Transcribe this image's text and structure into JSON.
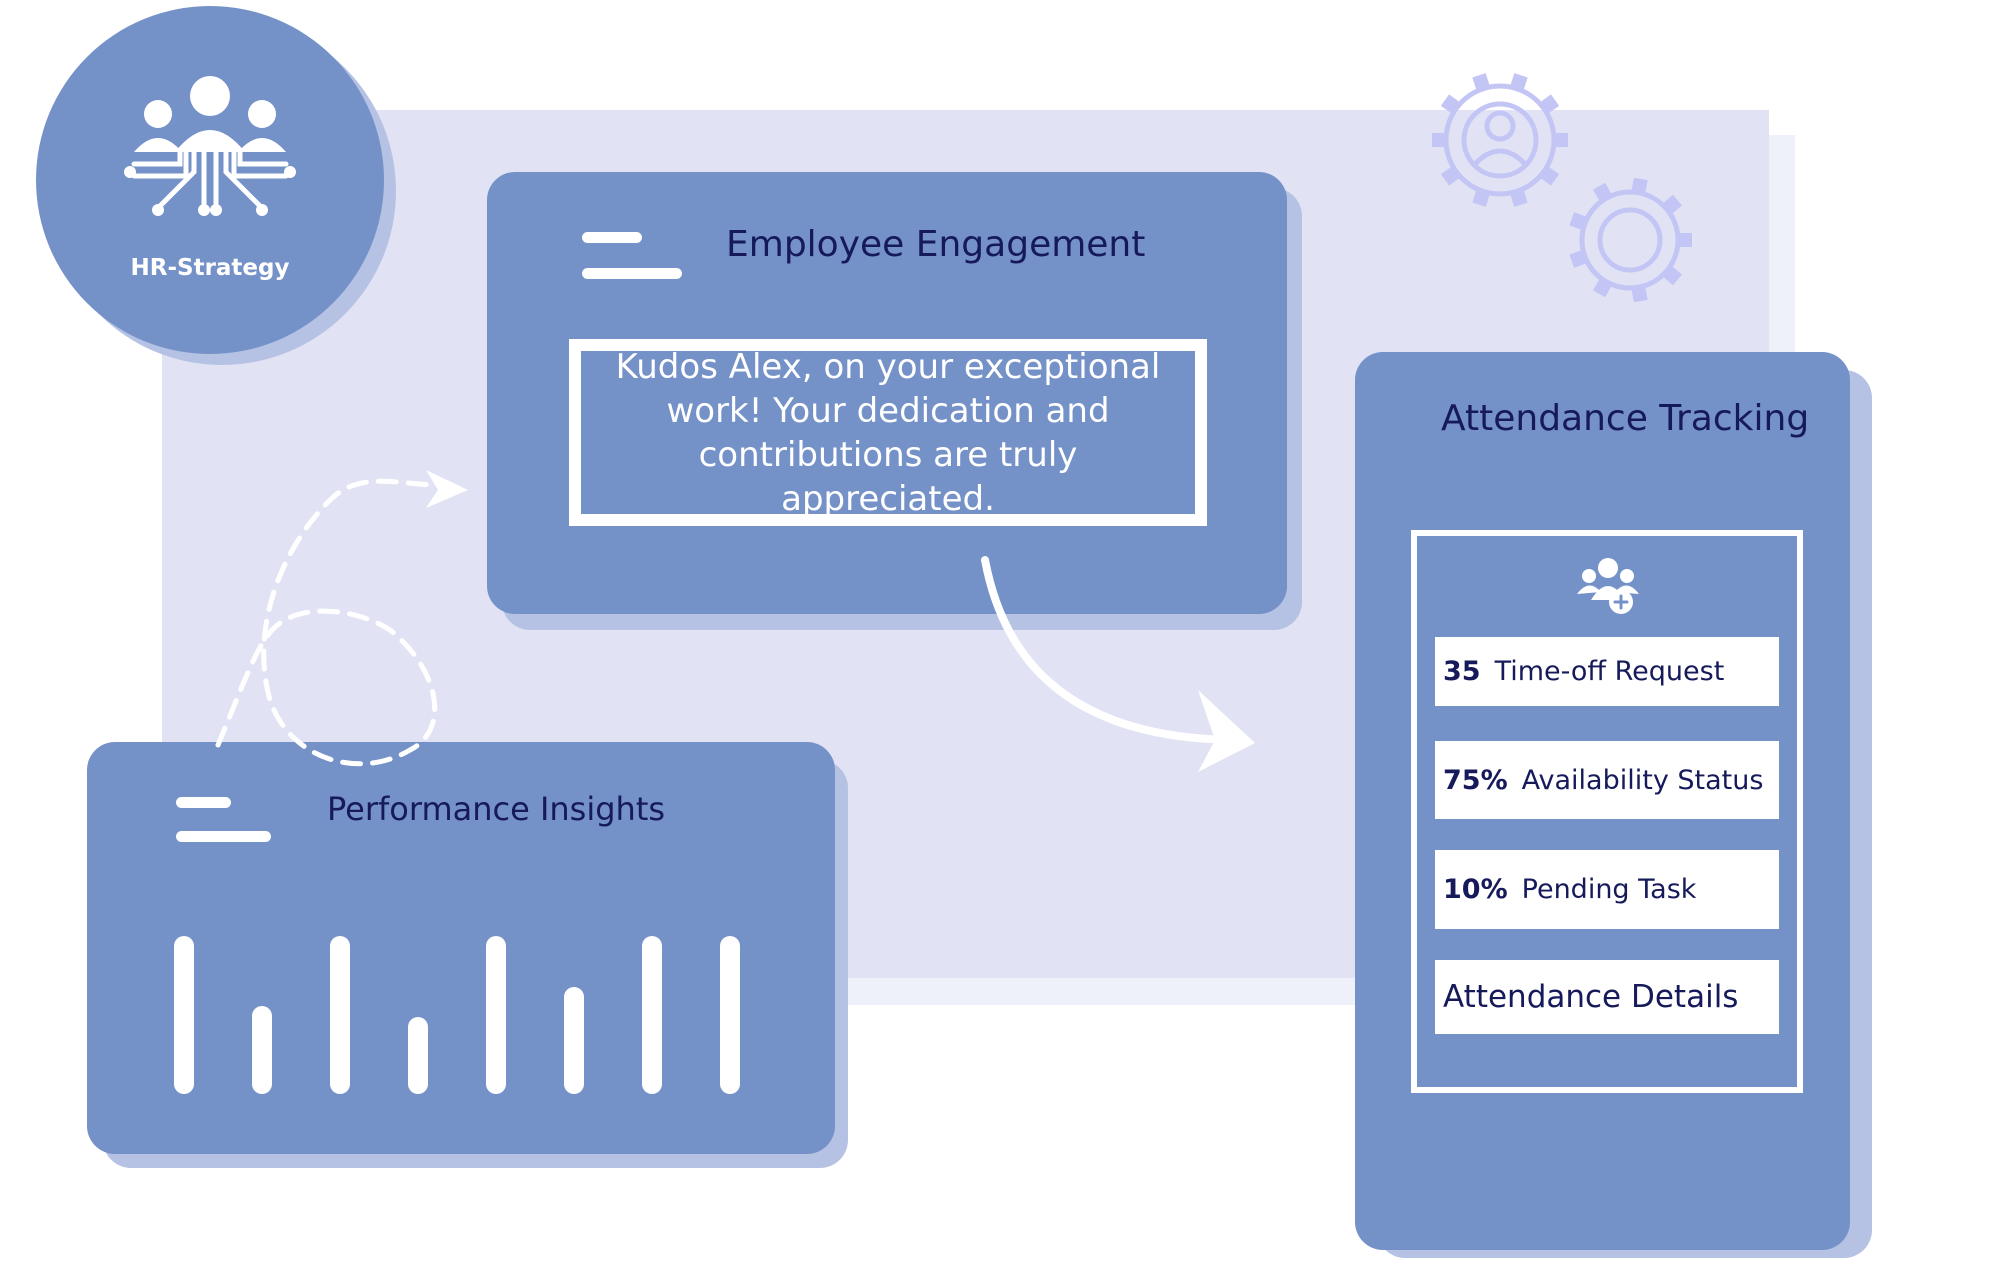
{
  "logo": {
    "label": "HR-Strategy",
    "icon": "team-network-icon"
  },
  "engagement": {
    "title": "Employee Engagement",
    "message": "Kudos Alex, on your exceptional work! Your dedication and contributions are truly appreciated.",
    "icon": "menu-lines-icon"
  },
  "attendance": {
    "title": "Attendance Tracking",
    "icon": "team-add-icon",
    "rows": [
      {
        "value": "35",
        "label": "Time-off Request"
      },
      {
        "value": "75%",
        "label": "Availability Status"
      },
      {
        "value": "10%",
        "label": "Pending Task"
      }
    ],
    "details_label": "Attendance Details"
  },
  "performance": {
    "title": "Performance Insights",
    "icon": "menu-lines-icon",
    "bars": [
      1.0,
      0.56,
      1.0,
      0.49,
      1.0,
      0.68,
      1.0,
      1.0
    ]
  },
  "decor": {
    "gears_icon": "gears-person-icon",
    "colors": {
      "card": "#7491c8",
      "backdrop": "#e1e3f5",
      "title": "#161a5a",
      "gear": "#c3c5f5"
    }
  }
}
